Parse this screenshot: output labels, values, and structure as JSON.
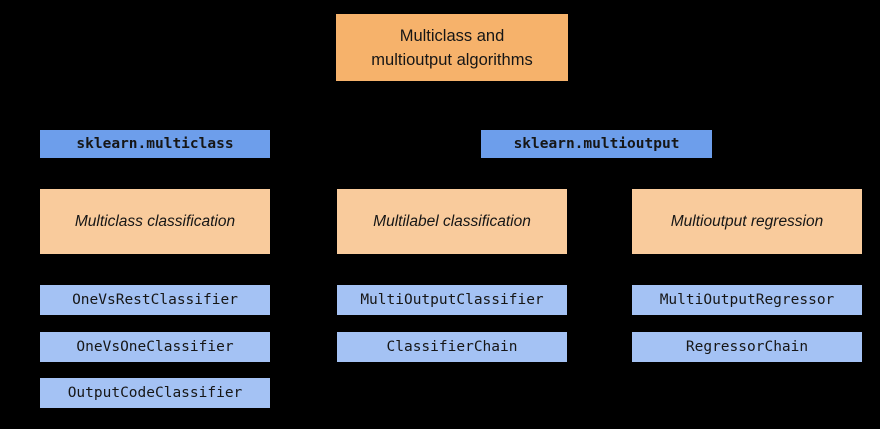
{
  "colors": {
    "background": "#000000",
    "title_box": "#F6B26B",
    "module_box": "#6D9EEB",
    "header_box": "#F9CB9C",
    "class_box": "#A4C2F4",
    "text": "#161616"
  },
  "title": {
    "line1": "Multiclass and",
    "line2": "multioutput algorithms"
  },
  "modules": [
    {
      "label": "sklearn.multiclass"
    },
    {
      "label": "sklearn.multioutput"
    }
  ],
  "columns": [
    {
      "header": "Multiclass classification",
      "classes": [
        "OneVsRestClassifier",
        "OneVsOneClassifier",
        "OutputCodeClassifier"
      ]
    },
    {
      "header": "Multilabel classification",
      "classes": [
        "MultiOutputClassifier",
        "ClassifierChain"
      ]
    },
    {
      "header": "Multioutput regression",
      "classes": [
        "MultiOutputRegressor",
        "RegressorChain"
      ]
    }
  ]
}
